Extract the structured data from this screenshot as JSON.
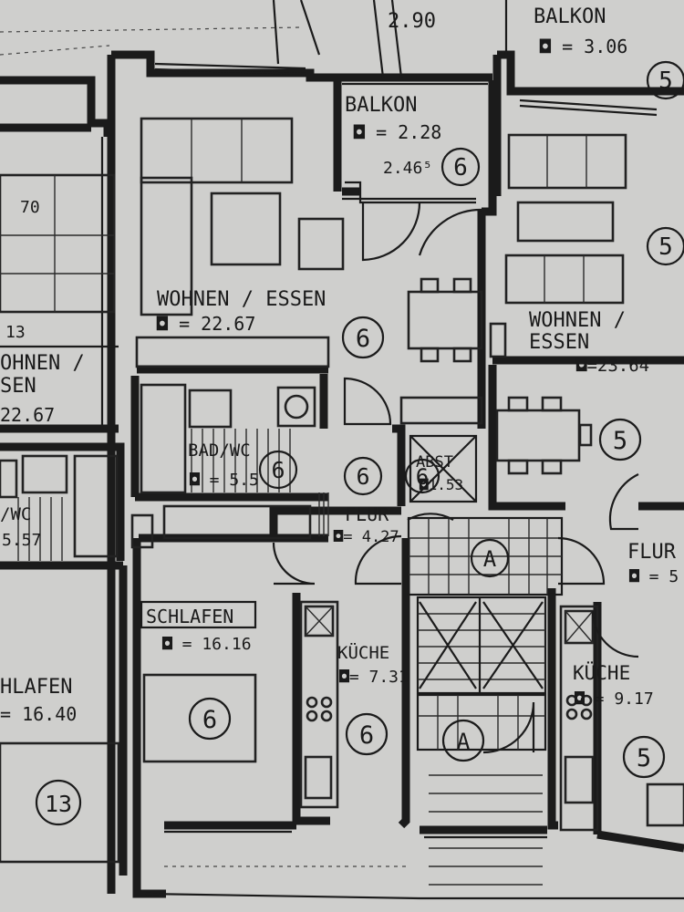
{
  "colors": {
    "paper": "#cfcfcd",
    "ink": "#1b1b1b"
  },
  "dimensions": {
    "top": "2.90",
    "balcony_depth": "2.46⁵"
  },
  "markers": {
    "stair": "A",
    "neighbor_unit": "13"
  },
  "rooms": [
    {
      "id": "balkon-right",
      "name": "BALKON",
      "area": "◘ = 3.06",
      "unit": "5"
    },
    {
      "id": "balkon-center",
      "name": "BALKON",
      "area": "◘ = 2.28",
      "unit": "6"
    },
    {
      "id": "wohnen-center",
      "name": "WOHNEN / ESSEN",
      "area": "◘ = 22.67",
      "unit": "6"
    },
    {
      "id": "wohnen-left",
      "name": "OHNEN /",
      "name2": "SEN",
      "area": "22.67"
    },
    {
      "id": "wohnen-right",
      "name": "WOHNEN /",
      "name2": "ESSEN",
      "area": "◘=23.64",
      "unit": "5"
    },
    {
      "id": "bad-center",
      "name": "BAD/WC",
      "area": "◘ = 5.5",
      "unit": "6"
    },
    {
      "id": "wc-left",
      "name": "/WC",
      "area": "5.57"
    },
    {
      "id": "abst",
      "name": "ABST",
      "area": "◘1.53",
      "unit": "6"
    },
    {
      "id": "flur-center",
      "name": "FLUR",
      "area": "◘= 4.27",
      "unit": "6"
    },
    {
      "id": "flur-right",
      "name": "FLUR",
      "area": "◘ = 5"
    },
    {
      "id": "schlafen-center",
      "name": "SCHLAFEN",
      "area": "◘ = 16.16",
      "unit": "6"
    },
    {
      "id": "schlafen-left",
      "name": "HLAFEN",
      "area": "= 16.40"
    },
    {
      "id": "kuche-center",
      "name": "KÜCHE",
      "area": "◘= 7.31",
      "unit": "6"
    },
    {
      "id": "kuche-right",
      "name": "KÜCHE",
      "area": "◘ = 9.17",
      "unit": "5"
    }
  ]
}
